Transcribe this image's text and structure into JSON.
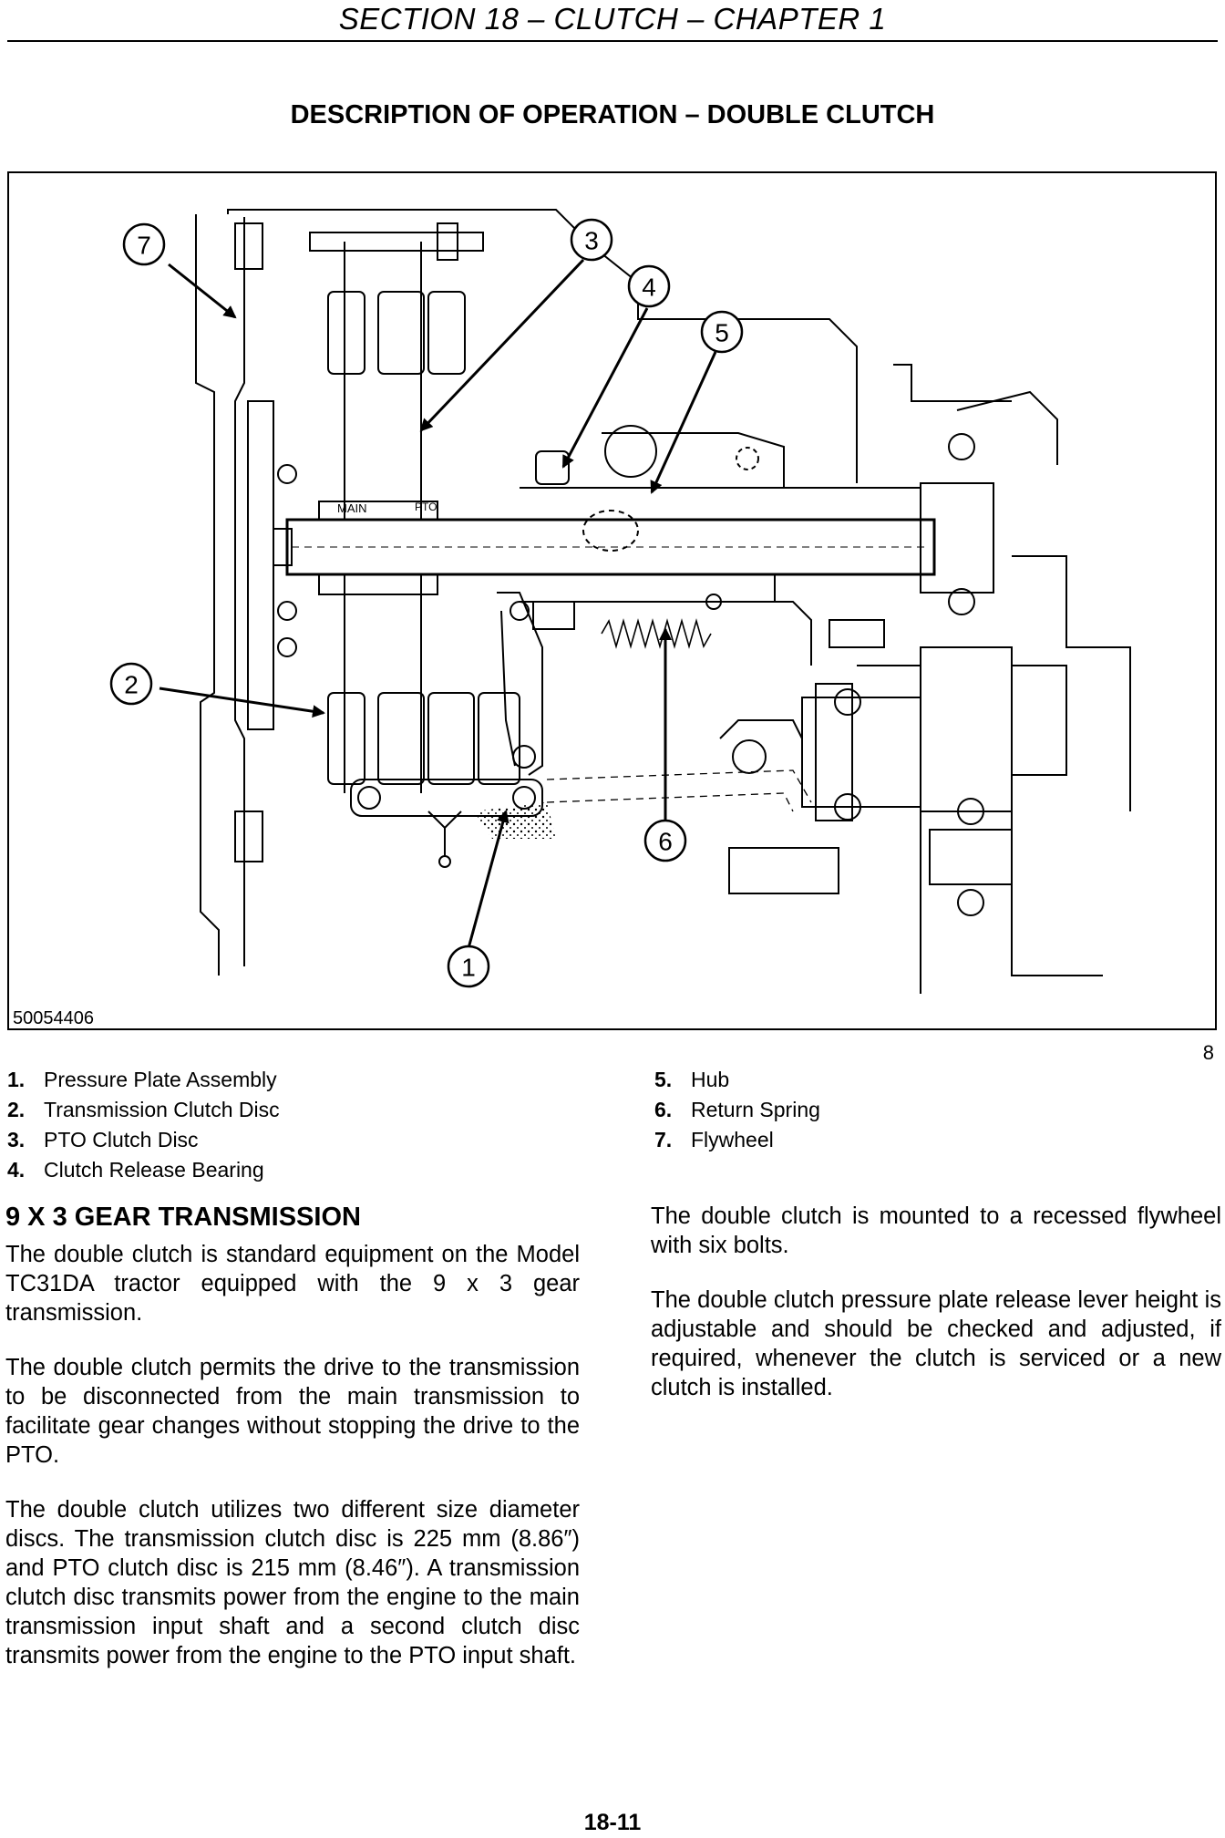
{
  "header": {
    "title": "SECTION 18 – CLUTCH – CHAPTER 1"
  },
  "heading": "DESCRIPTION OF OPERATION – DOUBLE CLUTCH",
  "figure": {
    "id": "50054406",
    "number": "8",
    "callouts": [
      "1",
      "2",
      "3",
      "4",
      "5",
      "6",
      "7"
    ],
    "part_labels": {
      "main": "MAIN",
      "pto": "PTO"
    }
  },
  "legend": {
    "left": [
      {
        "num": "1.",
        "label": "Pressure Plate Assembly"
      },
      {
        "num": "2.",
        "label": "Transmission Clutch Disc"
      },
      {
        "num": "3.",
        "label": "PTO Clutch Disc"
      },
      {
        "num": "4.",
        "label": "Clutch Release Bearing"
      }
    ],
    "right": [
      {
        "num": "5.",
        "label": "Hub"
      },
      {
        "num": "6.",
        "label": "Return Spring"
      },
      {
        "num": "7.",
        "label": "Flywheel"
      }
    ]
  },
  "section": {
    "title": "9 X 3 GEAR TRANSMISSION",
    "left_paragraphs": [
      "The double clutch is standard equipment on the Model TC31DA tractor equipped with the 9 x 3 gear transmission.",
      "The double clutch permits the drive to the transmission to be disconnected from the main transmission to facilitate gear changes without stopping the drive to the PTO.",
      "The double clutch utilizes two different size diameter discs. The transmission clutch disc is 225 mm (8.86″) and PTO clutch disc is 215 mm (8.46″). A transmission clutch disc transmits power from the engine to the main transmission input shaft and a second clutch disc transmits power from the engine to the PTO input shaft."
    ],
    "right_paragraphs": [
      "The double clutch is mounted to a recessed flywheel with six bolts.",
      "The double clutch pressure plate release lever height is adjustable and should be checked and adjusted, if required, whenever the clutch is serviced or a new clutch is installed."
    ]
  },
  "footer": {
    "page_number": "18-11"
  }
}
